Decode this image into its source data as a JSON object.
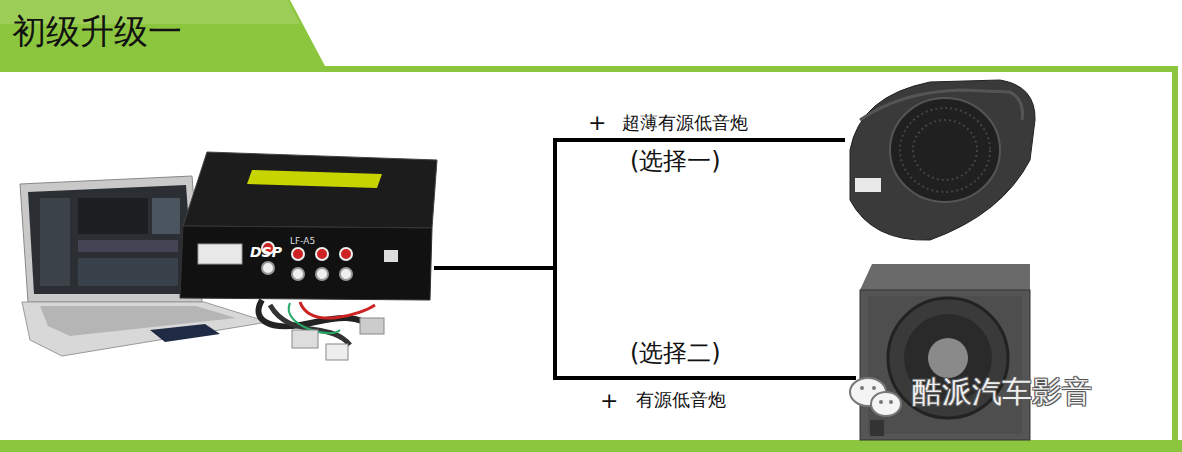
{
  "diagram": {
    "title": "初级升级一",
    "nodes": [
      {
        "text": [
          "DSP",
          "LF-A5"
        ]
      },
      {
        "text": [
          "超薄有源低音炮"
        ]
      },
      {
        "text": [
          "有源低音炮"
        ]
      }
    ],
    "edges": [
      {
        "from": 0,
        "to": 1,
        "arrow": "none",
        "label": "(选择一)"
      },
      {
        "from": 0,
        "to": 2,
        "arrow": "none",
        "label": "(选择二)"
      }
    ],
    "labels": [
      "+",
      "+",
      "酷派汽车影音"
    ]
  }
}
